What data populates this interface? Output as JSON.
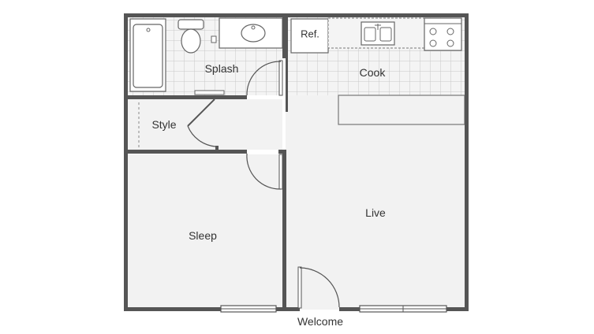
{
  "rooms": {
    "splash": "Splash",
    "cook": "Cook",
    "refrigerator": "Ref.",
    "style": "Style",
    "sleep": "Sleep",
    "live": "Live",
    "welcome": "Welcome"
  },
  "colors": {
    "wall": "#555555",
    "fixture": "#777777",
    "tile": "#c8c8c8",
    "floor": "#f2f2f2",
    "background": "#ffffff"
  }
}
